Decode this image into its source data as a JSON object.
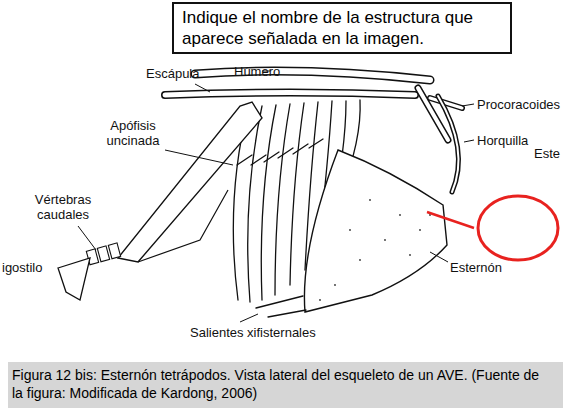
{
  "diagram": {
    "caption": "Figura 12 bis: Esternón tetrápodos. Vista lateral del esqueleto de un AVE. (Fuente de la figura: Modificada de Kardong, 2006)",
    "nodes": [
      {
        "text": [
          "Indique el nombre de la estructura que aparece señalada en la imagen."
        ]
      }
    ],
    "labels": [
      "Húmero",
      "Escápula",
      "Apófisis uncinada",
      "Procoracoides",
      "Horquilla",
      "Este",
      "Vértebras caudales",
      "igostilo",
      "Esternón",
      "Salientes xifisternales"
    ]
  }
}
